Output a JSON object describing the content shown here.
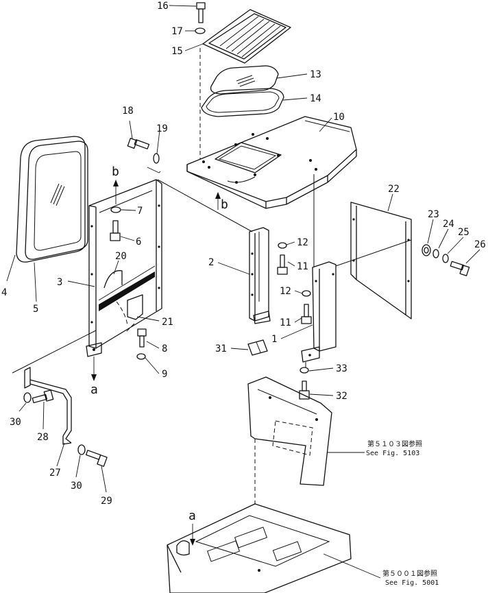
{
  "callouts": [
    {
      "key": "c1",
      "text": "1"
    },
    {
      "key": "c2",
      "text": "2"
    },
    {
      "key": "c3",
      "text": "3"
    },
    {
      "key": "c4",
      "text": "4"
    },
    {
      "key": "c5",
      "text": "5"
    },
    {
      "key": "c6",
      "text": "6"
    },
    {
      "key": "c7",
      "text": "7"
    },
    {
      "key": "c8",
      "text": "8"
    },
    {
      "key": "c9",
      "text": "9"
    },
    {
      "key": "c10",
      "text": "10"
    },
    {
      "key": "c11a",
      "text": "11"
    },
    {
      "key": "c11b",
      "text": "11"
    },
    {
      "key": "c12a",
      "text": "12"
    },
    {
      "key": "c12b",
      "text": "12"
    },
    {
      "key": "c13",
      "text": "13"
    },
    {
      "key": "c14",
      "text": "14"
    },
    {
      "key": "c15",
      "text": "15"
    },
    {
      "key": "c16",
      "text": "16"
    },
    {
      "key": "c17",
      "text": "17"
    },
    {
      "key": "c18",
      "text": "18"
    },
    {
      "key": "c19",
      "text": "19"
    },
    {
      "key": "c20",
      "text": "20"
    },
    {
      "key": "c21",
      "text": "21"
    },
    {
      "key": "c22",
      "text": "22"
    },
    {
      "key": "c23",
      "text": "23"
    },
    {
      "key": "c24",
      "text": "24"
    },
    {
      "key": "c25",
      "text": "25"
    },
    {
      "key": "c26",
      "text": "26"
    },
    {
      "key": "c27",
      "text": "27"
    },
    {
      "key": "c28",
      "text": "28"
    },
    {
      "key": "c29",
      "text": "29"
    },
    {
      "key": "c30a",
      "text": "30"
    },
    {
      "key": "c30b",
      "text": "30"
    },
    {
      "key": "c31",
      "text": "31"
    },
    {
      "key": "c32",
      "text": "32"
    },
    {
      "key": "c33",
      "text": "33"
    }
  ],
  "markers": {
    "a_top": "a",
    "a_bottom": "a",
    "b_left": "b",
    "b_right": "b"
  },
  "references": {
    "fig5103_jp": "第５１０３図参照",
    "fig5103_en": "See Fig. 5103",
    "fig5001_jp": "第５００１図参照",
    "fig5001_en": "See Fig. 5001"
  }
}
